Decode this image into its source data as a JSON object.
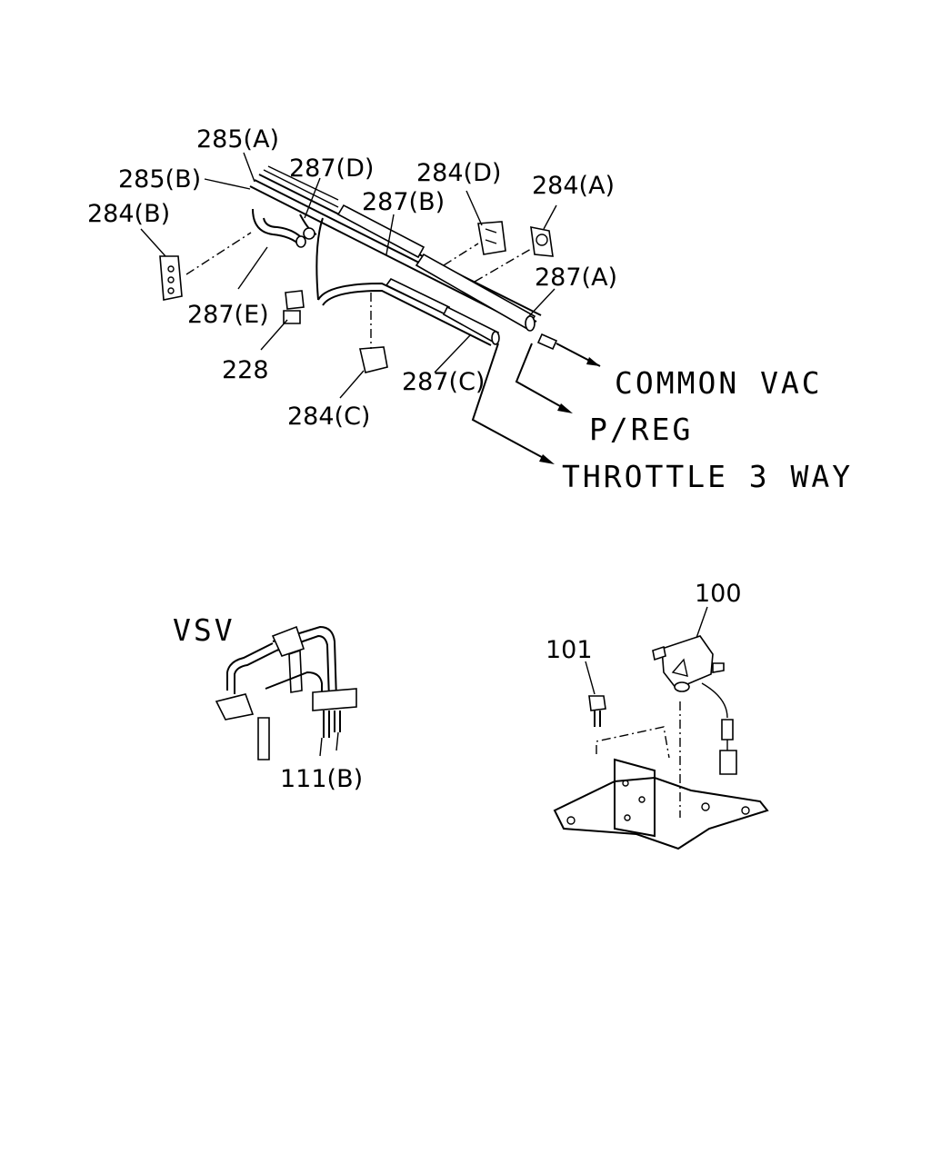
{
  "labels": {
    "l285a": "285(A)",
    "l285b": "285(B)",
    "l287d": "287(D)",
    "l284d": "284(D)",
    "l284a": "284(A)",
    "l284b": "284(B)",
    "l287b": "287(B)",
    "l287a": "287(A)",
    "l287e": "287(E)",
    "l228": "228",
    "l287c": "287(C)",
    "l284c": "284(C)",
    "common_vac": "COMMON VAC",
    "p_reg": "P/REG",
    "throttle": "THROTTLE 3 WAY",
    "vsv": "VSV",
    "l111b": "111(B)",
    "l100": "100",
    "l101": "101"
  }
}
